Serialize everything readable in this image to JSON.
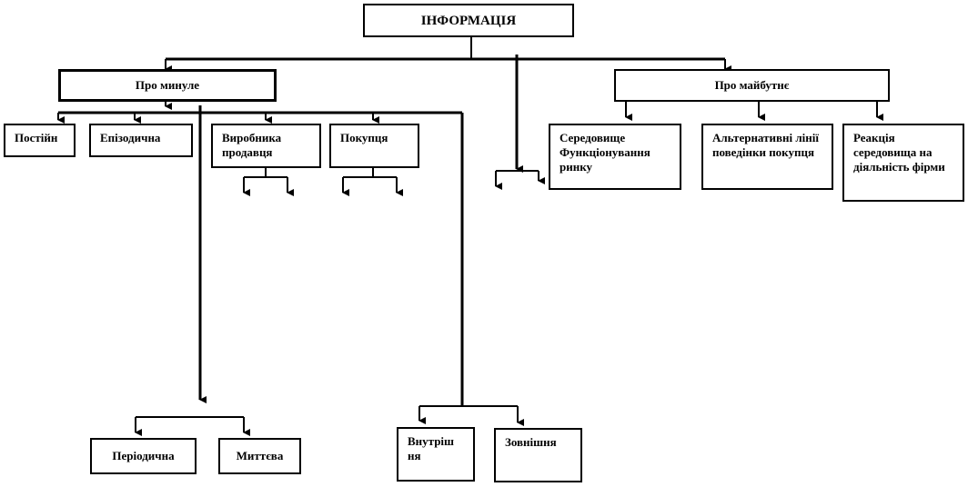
{
  "root": {
    "label": "ІНФОРМАЦІЯ"
  },
  "past": {
    "label": "Про минуле"
  },
  "future": {
    "label": "Про майбутнє"
  },
  "past_children": {
    "constant": "Постійн",
    "episodic": "Епізодична",
    "producer_seller": "Виробника продавця",
    "buyer": "Покупця",
    "periodic": "Періодична",
    "instant": "Миттєва",
    "internal": "Внутріш ня",
    "external": "Зовнішня"
  },
  "future_children": {
    "environment": "Середовище Функціонування ринку",
    "alternatives": "Альтернативні лінії поведінки покупця",
    "reaction": "Реакція середовища на діяльність фірми"
  }
}
